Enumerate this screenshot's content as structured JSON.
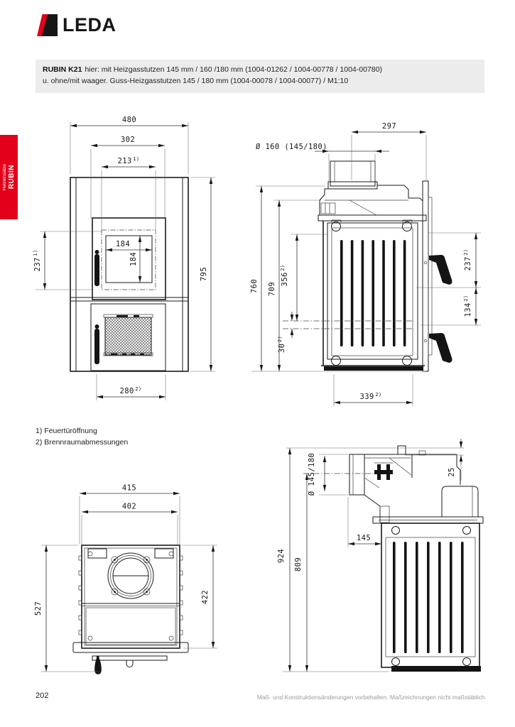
{
  "header": {
    "logo_text": "LEDA"
  },
  "side_tab": {
    "category": "Heizeinsätze",
    "series": "RUBIN"
  },
  "title_block": {
    "product": "RUBIN K21",
    "line1": "hier: mit Heizgasstutzen 145 mm / 160 /180 mm (1004-01262 / 1004-00778 / 1004-00780)",
    "line2": "u. ohne/mit waager. Guss-Heizgasstutzen 145 / 180 mm (1004-00078 / 1004-00077) / M1:10"
  },
  "footnotes": {
    "note1": "1) Feuertüröffnung",
    "note2": "2) Brennraumabmessungen"
  },
  "footer": {
    "page_number": "202",
    "disclaimer": "Maß- und Konstruktionsänderungen vorbehalten. Maßzeichnungen nicht maßstäblich."
  },
  "front_view": {
    "total_width": "480",
    "top_width": "302",
    "door_opening_width": "213",
    "door_opening_width_note": "1)",
    "window_width": "184",
    "window_height": "184",
    "door_height": "237",
    "door_height_note": "1)",
    "total_height": "795",
    "firebox_width": "280",
    "firebox_width_note": "2)"
  },
  "side_view": {
    "top_depth": "297",
    "flue_diameter": "Ø 160 (145/180)",
    "total_height": "760",
    "body_height": "709",
    "firebox_height": "356",
    "firebox_height_note": "2)",
    "grate_offset": "30",
    "grate_offset_note": "2)",
    "upper_depth": "237",
    "upper_depth_note": "2)",
    "lower_depth": "134",
    "lower_depth_note": "2)",
    "firebox_depth": "339",
    "firebox_depth_note": "2)"
  },
  "top_view": {
    "base_width": "415",
    "body_width": "402",
    "total_depth": "527",
    "body_depth": "422"
  },
  "rear_view": {
    "total_height": "924",
    "stub_axis_height": "809",
    "stub_diameter": "Ø 145/180",
    "cap_offset": "25",
    "stub_length": "145"
  }
}
